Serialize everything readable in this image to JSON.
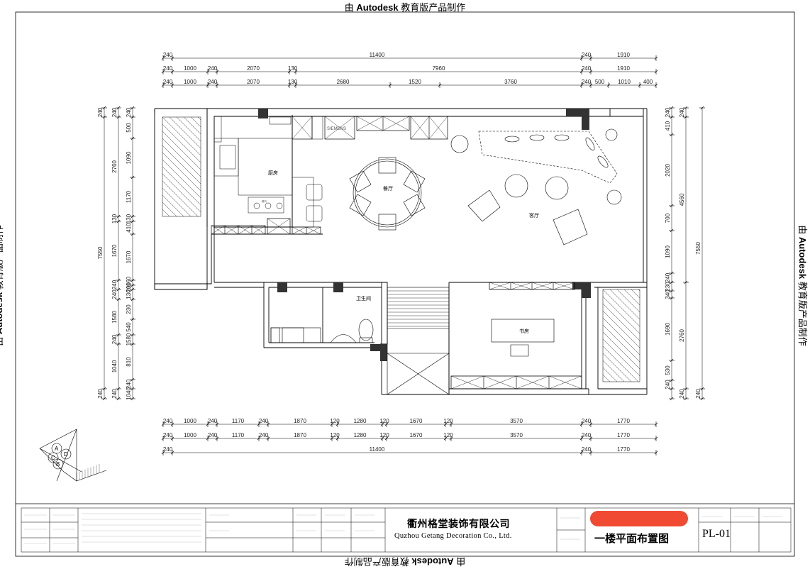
{
  "watermark": {
    "prefix": "由",
    "brand": "Autodesk",
    "suffix": "教育版产品制作"
  },
  "dims": {
    "top_total": "11400",
    "top_row1_a": "240",
    "top_row1_b": "240",
    "top_row1_right": "1910",
    "top_row2": [
      "240",
      "1000",
      "240",
      "2070",
      "130",
      "7960",
      "240",
      "1910"
    ],
    "top_row3": [
      "240",
      "1000",
      "240",
      "2070",
      "130",
      "2680",
      "1520",
      "3760",
      "240",
      "500",
      "1010",
      "400"
    ],
    "bottom_row1": [
      "240",
      "1000",
      "240",
      "1170",
      "240",
      "1870",
      "120",
      "1280",
      "120",
      "1670",
      "120",
      "3570",
      "240",
      "1770"
    ],
    "bottom_row2": [
      "240",
      "1000",
      "240",
      "1170",
      "240",
      "1870",
      "120",
      "1280",
      "120",
      "1670",
      "120",
      "3570",
      "240",
      "1770"
    ],
    "bottom_total": "11400",
    "bottom_total_left": "240",
    "bottom_total_a": "240",
    "bottom_total_right": "1770",
    "left_total": "7550",
    "left_row1": [
      "240",
      "240",
      "2760",
      "130",
      "240",
      "240",
      "240",
      "240",
      "240"
    ],
    "left_row2": [
      "240",
      "500",
      "1090",
      "1170",
      "130",
      "410",
      "1670",
      "1160",
      "200",
      "130",
      "230",
      "540",
      "1580",
      "810",
      "240",
      "1040",
      "240"
    ],
    "left_row3": [
      "240",
      "1040",
      "240"
    ],
    "right_total": "7550",
    "right_row1": [
      "240",
      "410",
      "2020",
      "700",
      "1090",
      "240",
      "230",
      "340",
      "1690",
      "530",
      "240"
    ],
    "right_row2": [
      "4560",
      "2760",
      "240"
    ]
  },
  "rooms": {
    "kitchen": "厨房",
    "dining": "餐厅",
    "living": "客厅",
    "bathroom": "卫生间",
    "study": "书房",
    "fridge": "SIEMENS",
    "stove": "燃气"
  },
  "compass": [
    "A",
    "B",
    "C",
    "D"
  ],
  "title_block": {
    "company_cn": "衢州格堂装饰有限公司",
    "company_en": "Quzhou Getang Decoration Co., Ltd.",
    "drawing_title": "一楼平面布置图",
    "drawing_no": "PL-01",
    "redaction_color": "#f04a32"
  }
}
